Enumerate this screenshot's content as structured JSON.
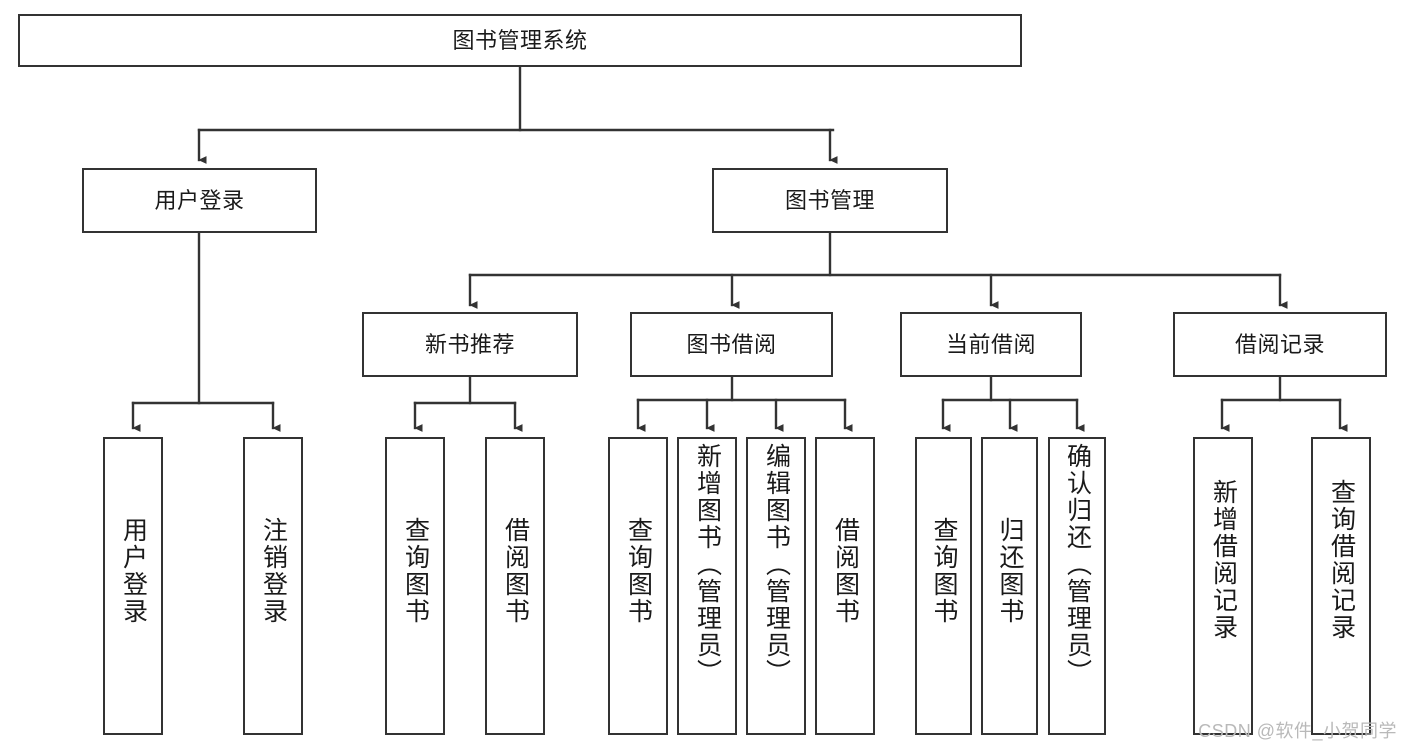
{
  "diagram": {
    "type": "tree-hierarchy",
    "title": "图书管理系统",
    "colors": {
      "box_border": "#333333",
      "box_fill": "#ffffff",
      "connector": "#333333",
      "text": "#1a1a1a",
      "watermark": "#b9b9b9"
    },
    "levels": {
      "root": {
        "label": "图书管理系统"
      },
      "level2": [
        {
          "label": "用户登录"
        },
        {
          "label": "图书管理"
        }
      ],
      "level3": [
        {
          "label": "新书推荐"
        },
        {
          "label": "图书借阅"
        },
        {
          "label": "当前借阅"
        },
        {
          "label": "借阅记录"
        }
      ],
      "leaves": {
        "user_login": [
          {
            "label": "用户登录"
          },
          {
            "label": "注销登录"
          }
        ],
        "new_book_recommend": [
          {
            "label": "查询图书"
          },
          {
            "label": "借阅图书"
          }
        ],
        "book_borrow": [
          {
            "label": "查询图书"
          },
          {
            "label": "新增图书（管理员）"
          },
          {
            "label": "编辑图书（管理员）"
          },
          {
            "label": "借阅图书"
          }
        ],
        "current_borrow": [
          {
            "label": "查询图书"
          },
          {
            "label": "归还图书"
          },
          {
            "label": "确认归还（管理员）"
          }
        ],
        "borrow_records": [
          {
            "label": "新增借阅记录"
          },
          {
            "label": "查询借阅记录"
          }
        ]
      }
    }
  },
  "watermark": {
    "text": "CSDN @软件_小贺同学"
  }
}
